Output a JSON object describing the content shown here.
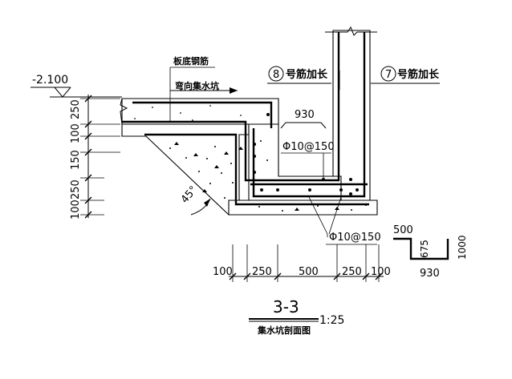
{
  "elevation": "-2.100",
  "labels": {
    "slab_bottom_rebar": "板底钢筋",
    "bent_into_pit": "弯向集水坑",
    "angle": "45°",
    "top_span": "930",
    "rebar_upper": "Φ10@150",
    "rebar_lower": "Φ10@150",
    "rebar_8": "号筋加长",
    "rebar_8_num": "8",
    "rebar_7": "号筋加长",
    "rebar_7_num": "7"
  },
  "left_dims": [
    "250",
    "100",
    "150",
    "250",
    "100"
  ],
  "bottom_dims": [
    "100",
    "250",
    "500",
    "250",
    "100"
  ],
  "bar_shape": {
    "top": "500",
    "side": "675",
    "total": "1000",
    "bottom": "930"
  },
  "title": {
    "section": "3-3",
    "scale": "1:25",
    "name": "集水坑剖面图"
  }
}
